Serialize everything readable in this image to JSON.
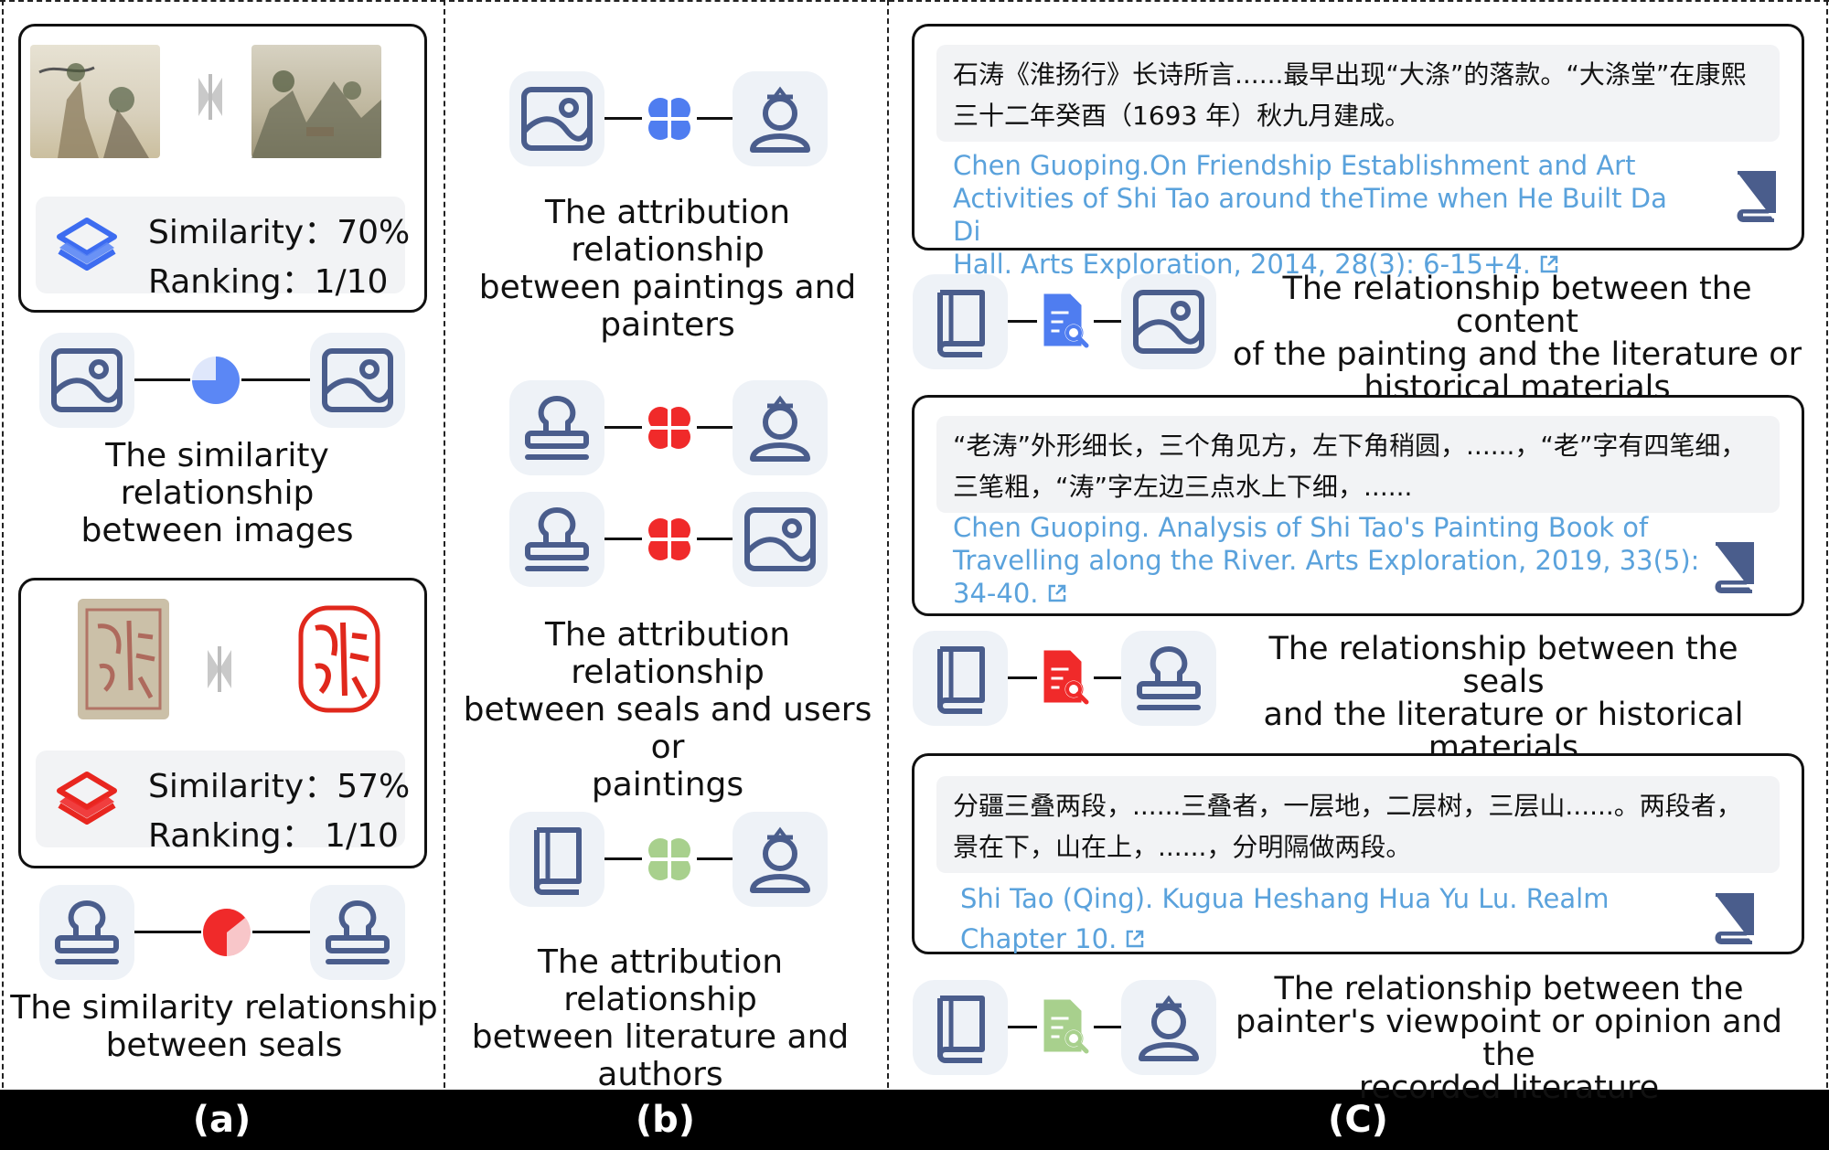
{
  "panels": {
    "a": {
      "label": "(a)",
      "images_card": {
        "similarity": "Similarity：70%",
        "ranking": "Ranking：1/10"
      },
      "images_caption": [
        "The similarity relationship",
        "between images"
      ],
      "seals_card": {
        "similarity": "Similarity：57%",
        "ranking": "Ranking： 1/10"
      },
      "seals_caption": [
        "The similarity relationship",
        "between seals"
      ]
    },
    "b": {
      "label": "(b)",
      "paintings_painters": [
        "The attribution relationship",
        "between paintings and",
        "painters"
      ],
      "seals_users": [
        "The attribution relationship",
        "between seals and users or",
        "paintings"
      ],
      "literature_authors": [
        "The attribution relationship",
        "between literature and",
        "authors"
      ]
    },
    "c": {
      "label": "(C)",
      "card1": {
        "quote": [
          "石涛《淮扬行》长诗所言......最早出现“大涤”的落款。“大涤堂”在康熙",
          "三十二年癸酉（1693 年）秋九月建成。"
        ],
        "citation": [
          "Chen Guoping.On Friendship Establishment and Art",
          "Activities of Shi Tao around theTime when He Built Da Di",
          "Hall. Arts Exploration, 2014, 28(3): 6-15+4."
        ]
      },
      "rel1_caption": [
        "The relationship between the content",
        "of the painting and the literature or",
        "historical materials"
      ],
      "card2": {
        "quote": [
          "“老涛”外形细长，三个角见方，左下角稍圆，......，“老”字有四笔细，",
          "三笔粗，“涛”字左边三点水上下细，......"
        ],
        "citation": [
          "Chen Guoping. Analysis of Shi Tao's Painting Book of",
          "Travelling along the River. Arts Exploration, 2019, 33(5):",
          "34-40."
        ]
      },
      "rel2_caption": [
        "The relationship between the seals",
        "and the literature or historical",
        "materials"
      ],
      "card3": {
        "quote": [
          "分疆三叠两段，......三叠者，一层地，二层树，三层山......。两段者，",
          "景在下，山在上，......，分明隔做两段。"
        ],
        "citation": [
          "Shi Tao (Qing). Kugua Heshang Hua Yu Lu. Realm",
          "Chapter 10."
        ]
      },
      "rel3_caption": [
        "The relationship between the",
        "painter's viewpoint or opinion and the",
        "recorded literature"
      ]
    }
  },
  "colors": {
    "icon_stroke": "#4a5d8c",
    "tile_bg": "#eef2f7",
    "blue": "#5b87f5",
    "red": "#f02a2a",
    "green": "#a8d08d",
    "cite_blue": "#5aa2dc",
    "book": "#4a5d8c"
  },
  "icons": [
    "painting-icon",
    "painter-icon",
    "seal-icon",
    "book-icon",
    "document-search-icon",
    "layers-icon",
    "external-link-icon",
    "clover-icon",
    "pie-icon"
  ]
}
